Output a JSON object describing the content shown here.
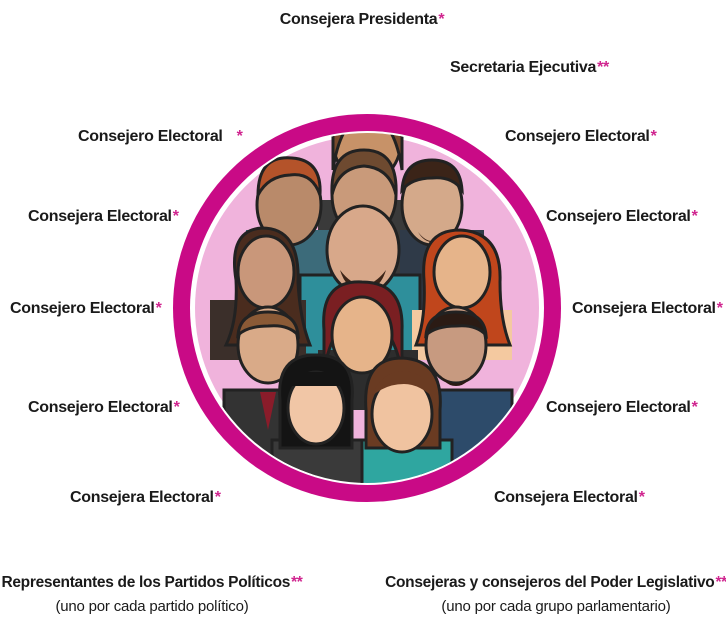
{
  "colors": {
    "ring": "#c90a86",
    "ring_inner": "#f0b3dc",
    "star": "#d0258f",
    "text": "#1a1a1a"
  },
  "labels": {
    "presidenta": {
      "text": "Consejera Presidenta",
      "mark": "*"
    },
    "secretaria": {
      "text": "Secretaria Ejecutiva",
      "mark": "**"
    },
    "left": [
      {
        "text": "Consejero Electoral",
        "mark": "*"
      },
      {
        "text": "Consejera Electoral",
        "mark": "*"
      },
      {
        "text": "Consejero Electoral",
        "mark": "*"
      },
      {
        "text": "Consejero Electoral",
        "mark": "*"
      },
      {
        "text": "Consejera Electoral",
        "mark": "*"
      }
    ],
    "right": [
      {
        "text": "Consejero Electoral",
        "mark": "*"
      },
      {
        "text": "Consejero Electoral",
        "mark": "*"
      },
      {
        "text": "Consejera Electoral",
        "mark": "*"
      },
      {
        "text": "Consejero Electoral",
        "mark": "*"
      },
      {
        "text": "Consejera Electoral",
        "mark": "*"
      }
    ],
    "partidos": {
      "text": "Representantes de los Partidos Políticos",
      "mark": "**",
      "sub": "(uno por cada partido político)"
    },
    "legislativo": {
      "text": "Consejeras y consejeros del Poder Legislativo",
      "mark": "**",
      "sub": "(uno por cada grupo parlamentario)"
    }
  }
}
